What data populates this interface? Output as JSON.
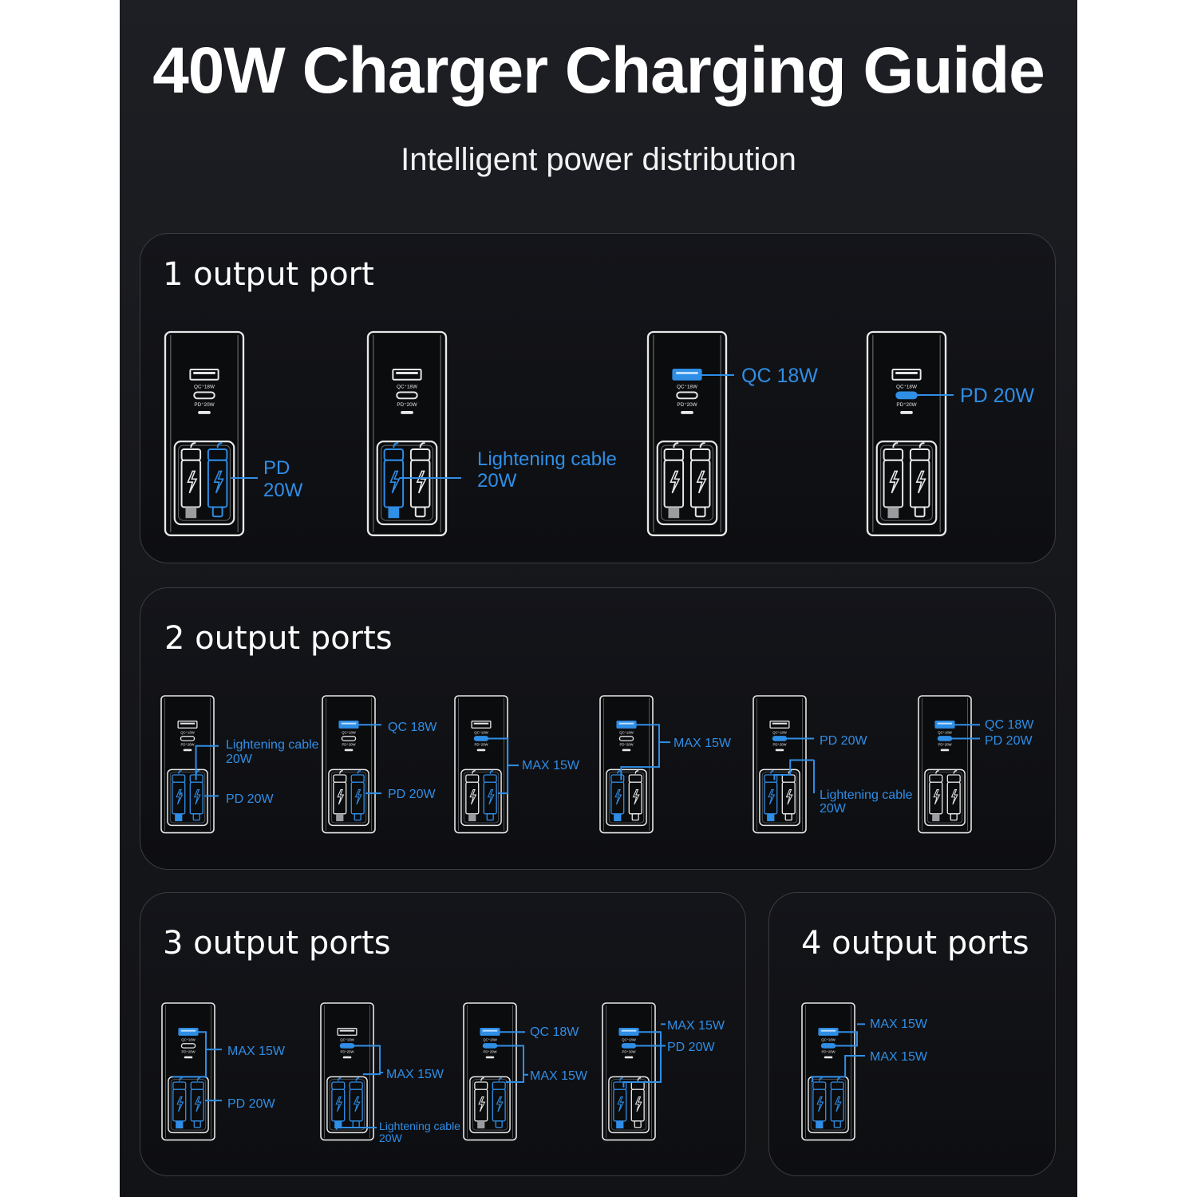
{
  "title": "40W Charger Charging Guide",
  "subtitle": "Intelligent power distribution",
  "colors": {
    "accent": "#2f8ee6",
    "outline": "#e8e8e8",
    "background": "#17181c"
  },
  "port_markings": {
    "qc": "QC⁺18W",
    "pd": "PD⁺20W"
  },
  "sections": [
    {
      "title": "1 output port",
      "devices": [
        {
          "active": [
            "cable_c"
          ],
          "labels": [
            "PD",
            "20W"
          ]
        },
        {
          "active": [
            "cable_l"
          ],
          "labels": [
            "Lightening cable",
            "20W"
          ]
        },
        {
          "active": [
            "usb_a"
          ],
          "labels": [
            "QC 18W"
          ]
        },
        {
          "active": [
            "usb_c"
          ],
          "labels": [
            "PD 20W"
          ]
        }
      ]
    },
    {
      "title": "2 output ports",
      "devices": [
        {
          "active": [
            "cable_l",
            "cable_c"
          ],
          "labels": [
            "Lightening cable",
            "20W",
            "PD 20W"
          ]
        },
        {
          "active": [
            "usb_a",
            "cable_c"
          ],
          "labels": [
            "QC 18W",
            "PD 20W"
          ]
        },
        {
          "active": [
            "usb_c",
            "cable_c"
          ],
          "labels": [
            "MAX 15W"
          ]
        },
        {
          "active": [
            "usb_a",
            "cable_l"
          ],
          "labels": [
            "MAX 15W"
          ]
        },
        {
          "active": [
            "usb_c",
            "cable_l"
          ],
          "labels": [
            "PD 20W",
            "Lightening cable",
            "20W"
          ]
        },
        {
          "active": [
            "usb_a",
            "usb_c"
          ],
          "labels": [
            "QC 18W",
            "PD 20W"
          ]
        }
      ]
    },
    {
      "title": "3 output ports",
      "devices": [
        {
          "active": [
            "usb_a",
            "cable_l",
            "cable_c"
          ],
          "labels": [
            "MAX 15W",
            "PD 20W"
          ]
        },
        {
          "active": [
            "usb_c",
            "cable_l",
            "cable_c"
          ],
          "labels": [
            "MAX 15W",
            "Lightening cable",
            "20W"
          ]
        },
        {
          "active": [
            "usb_a",
            "usb_c",
            "cable_c"
          ],
          "labels": [
            "QC 18W",
            "MAX 15W"
          ]
        },
        {
          "active": [
            "usb_a",
            "usb_c",
            "cable_l"
          ],
          "labels": [
            "MAX 15W",
            "PD 20W"
          ]
        }
      ]
    },
    {
      "title": "4 output ports",
      "devices": [
        {
          "active": [
            "usb_a",
            "usb_c",
            "cable_l",
            "cable_c"
          ],
          "labels": [
            "MAX 15W",
            "MAX 15W"
          ]
        }
      ]
    }
  ]
}
